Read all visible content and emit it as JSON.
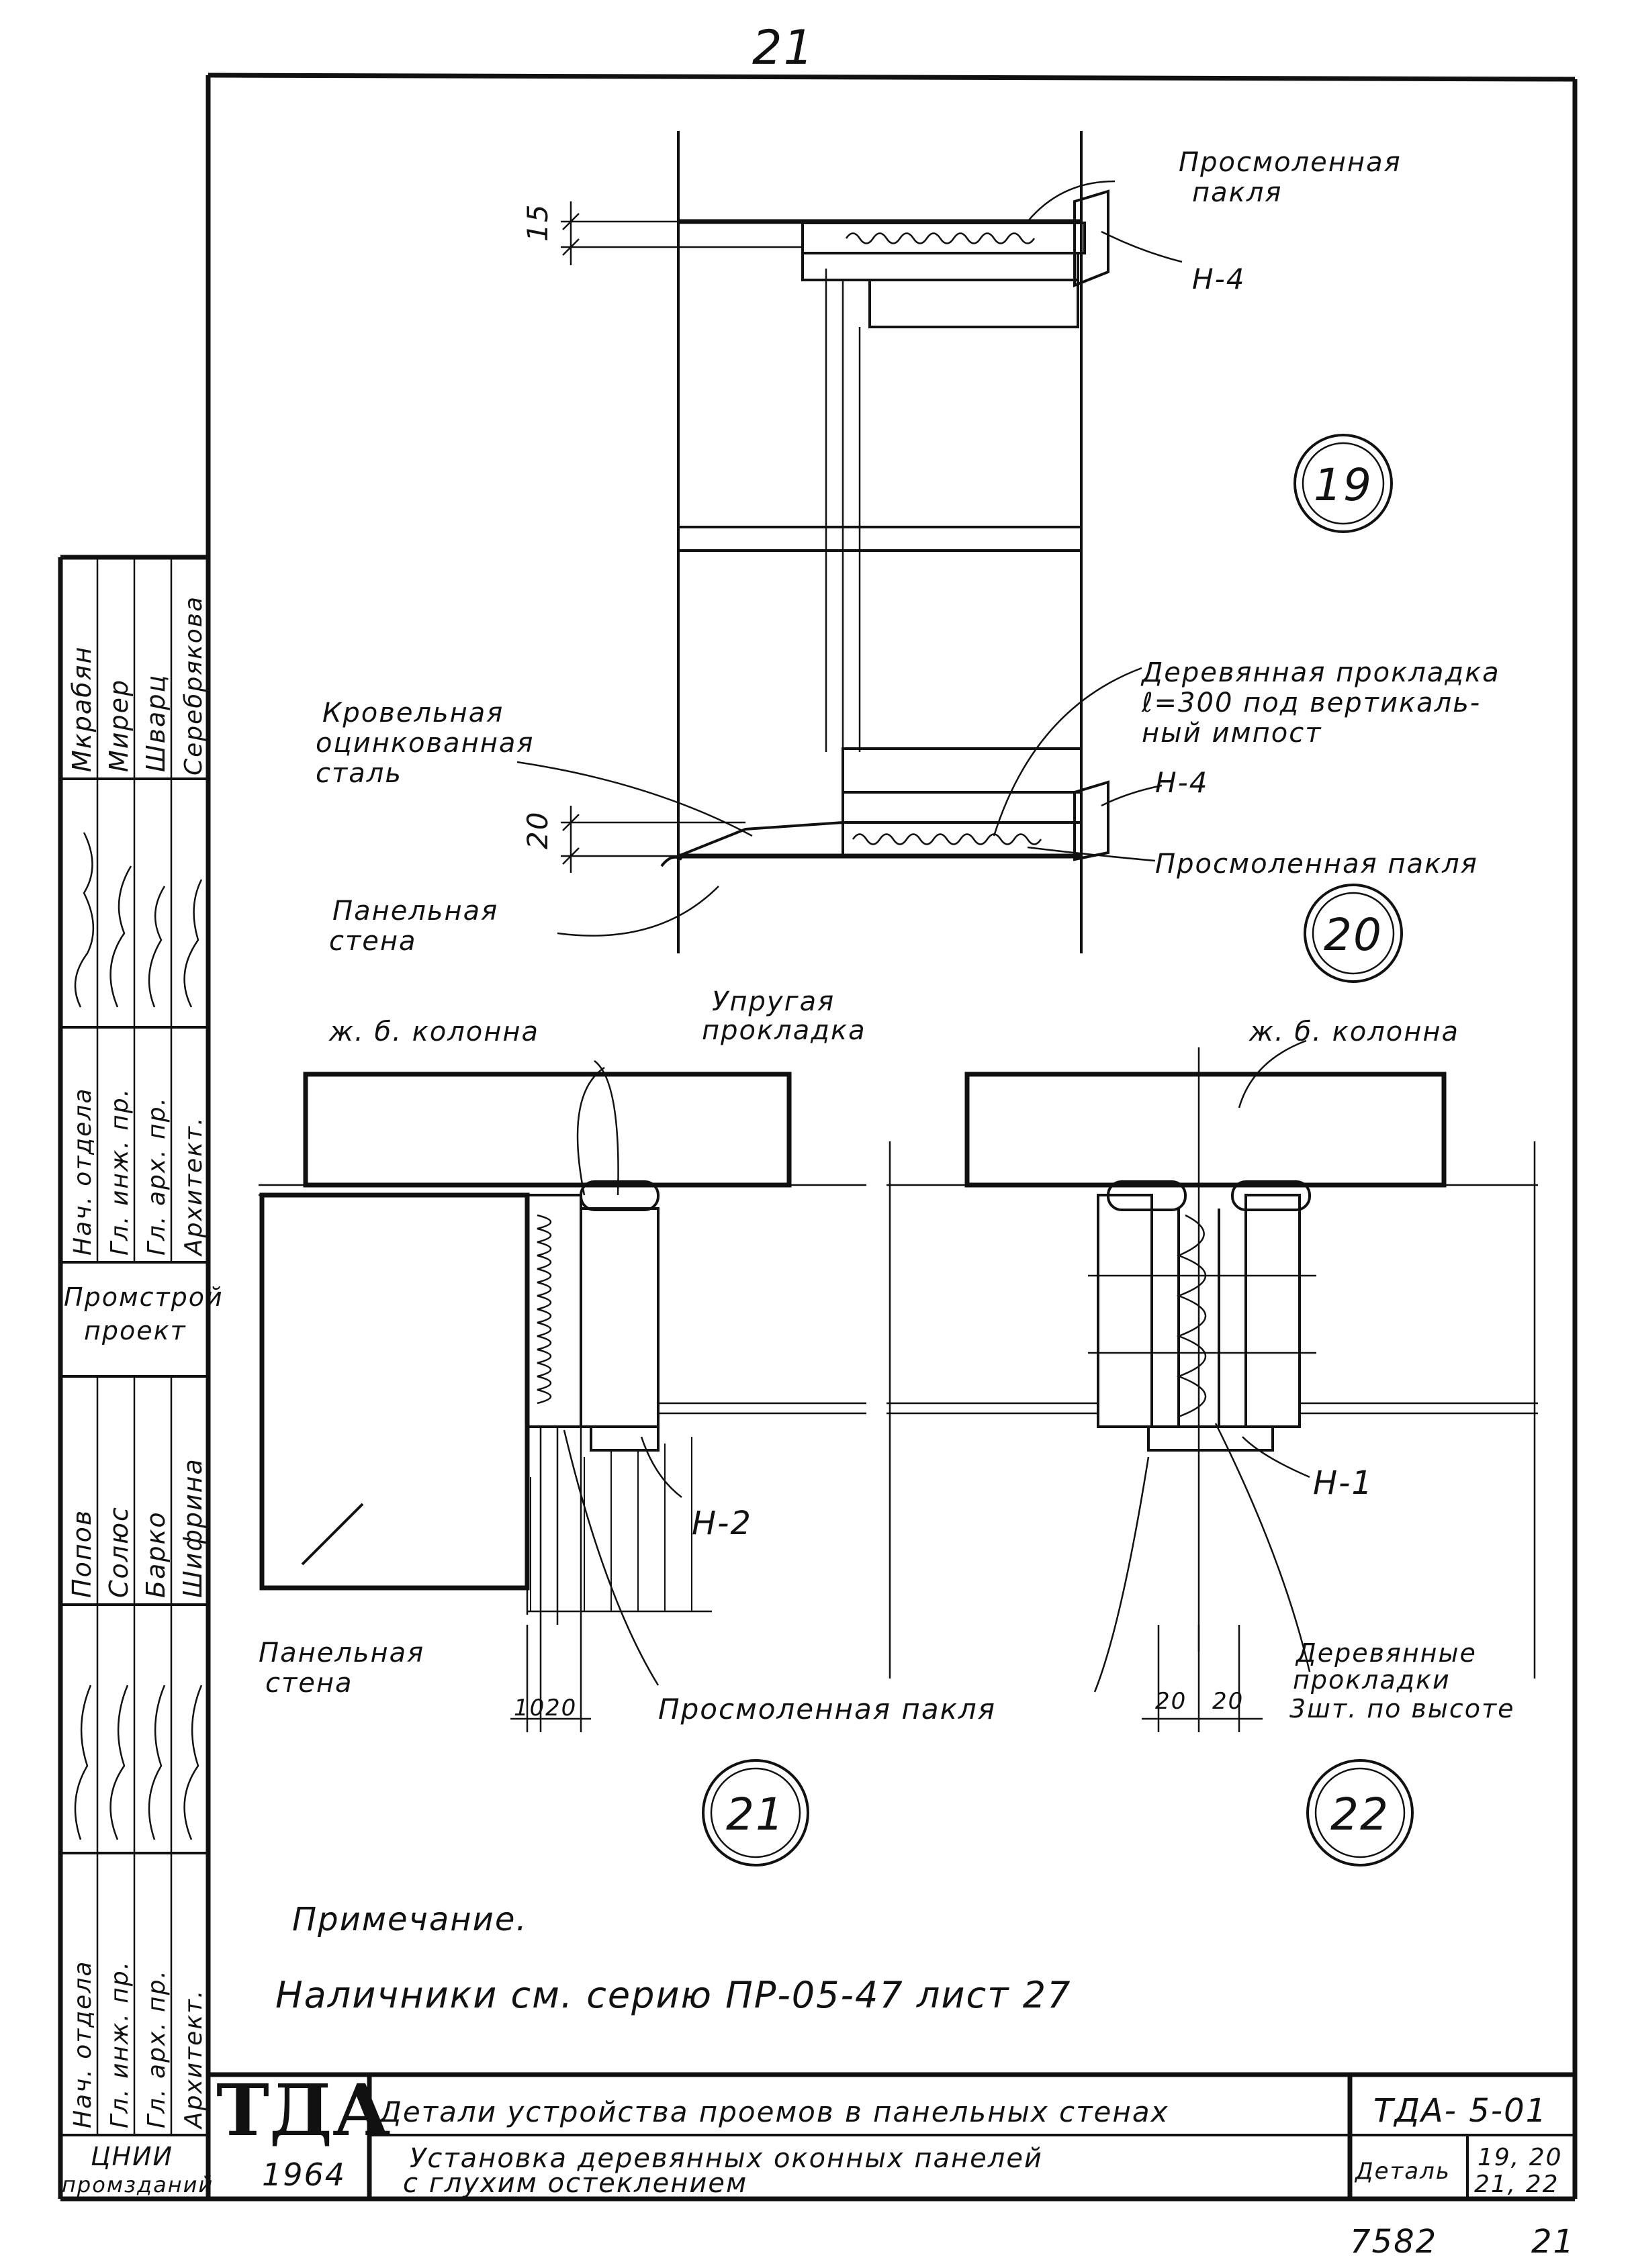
{
  "sheet": {
    "page_number_top": "21",
    "page_number_bottom": "21",
    "inventory_number": "7582"
  },
  "details": {
    "d19": "19",
    "d20": "20",
    "d21": "21",
    "d22": "22"
  },
  "labels": {
    "tarred_oakum_top_1": "Просмоленная",
    "tarred_oakum_top_2": "пакля",
    "h4_top": "Н-4",
    "dim_15": "15",
    "wood_gasket_1": "Деревянная прокладка",
    "wood_gasket_2": "ℓ=300 под вертикаль-",
    "wood_gasket_3": "ный импост",
    "roof_steel_1": "Кровельная",
    "roof_steel_2": "оцинкованная",
    "roof_steel_3": "сталь",
    "dim_20": "20",
    "h4_mid": "Н-4",
    "tarred_oakum_mid": "Просмоленная пакля",
    "panel_wall_1_a": "Панельная",
    "panel_wall_1_b": "стена",
    "rc_column_left": "ж. б. колонна",
    "elastic_gasket_1": "Упругая",
    "elastic_gasket_2": "прокладка",
    "rc_column_right": "ж. б. колонна",
    "h2": "Н-2",
    "h1": "Н-1",
    "panel_wall_2_a": "Панельная",
    "panel_wall_2_b": "стена",
    "tarred_oakum_bottom": "Просмоленная пакля",
    "wood_gaskets_1": "Деревянные",
    "wood_gaskets_2": "прокладки",
    "wood_gaskets_3": "3шт. по высоте",
    "dim_10": "10",
    "dim_20a": "20",
    "dim_20b": "20",
    "dim_20c": "20"
  },
  "note": {
    "heading": "Примечание.",
    "text": "Наличники см. серию ПР-05-47 лист 27"
  },
  "stamp": {
    "logo": "ТДА",
    "year": "1964",
    "title_line1": "Детали устройства проемов в панельных стенах",
    "title_line2": "Установка деревянных оконных панелей",
    "title_line3": "с глухим остеклением",
    "code": "ТДА- 5-01",
    "detail_label": "Деталь",
    "detail_numbers_1": "19, 20",
    "detail_numbers_2": "21, 22"
  },
  "side_block_upper": {
    "roles": [
      "Нач. отдела",
      "Гл. инж. пр.",
      "Гл. арх. пр.",
      "Архитект."
    ],
    "names": [
      "Мкрабян",
      "Мирер",
      "Шварц",
      "Серебрякова"
    ],
    "org": [
      "Промстрой",
      "проект"
    ]
  },
  "side_block_lower": {
    "roles": [
      "Нач. отдела",
      "Гл. инж. пр.",
      "Гл. арх. пр.",
      "Архитект."
    ],
    "names": [
      "Попов",
      "Солюс",
      "Барко",
      "Шифрина"
    ],
    "org": [
      "ЦНИИ",
      "промзданий"
    ]
  }
}
